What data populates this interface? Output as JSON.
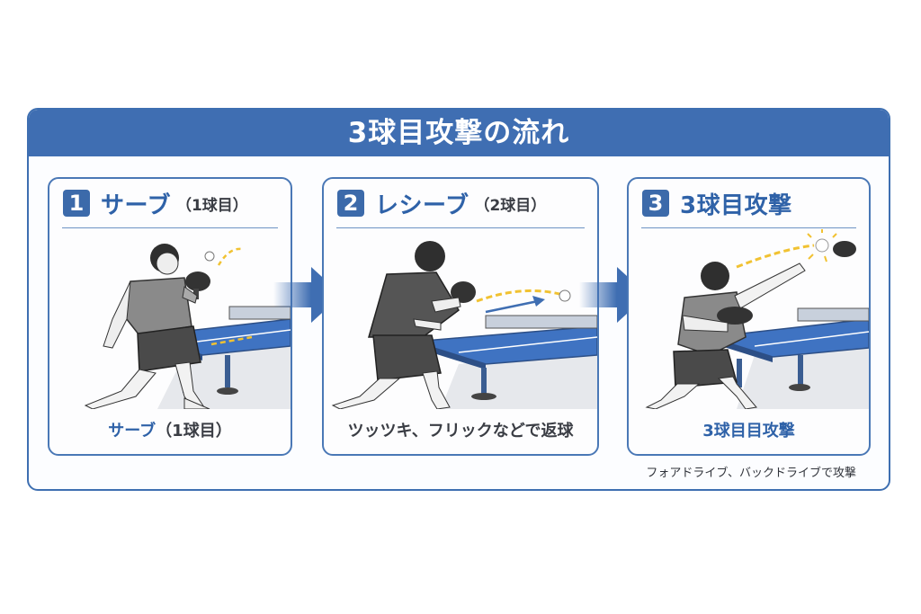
{
  "title": "3球目攻撃の流れ",
  "colors": {
    "primary": "#3f6eb2",
    "text_blue": "#2f62a8",
    "text_dark": "#3a3d44",
    "table_blue": "#3f73c2",
    "trajectory": "#f1c232"
  },
  "steps": [
    {
      "number": "1",
      "title": "サーブ",
      "subtitle": "（1球目）",
      "caption_main": "サーブ",
      "caption_sub": "（1球目）",
      "illustration": "player-serving"
    },
    {
      "number": "2",
      "title": "レシーブ",
      "subtitle": "（2球目）",
      "caption_main": "ツッツキ、フリックなどで返球",
      "illustration": "player-receiving"
    },
    {
      "number": "3",
      "title": "3球目攻撃",
      "subtitle": "",
      "caption_main": "3球目目攻撃",
      "illustration": "player-attacking"
    }
  ],
  "footnote": "フォアドライブ、バックドライブで攻撃",
  "icons": {
    "arrow": "right-arrow-icon"
  }
}
